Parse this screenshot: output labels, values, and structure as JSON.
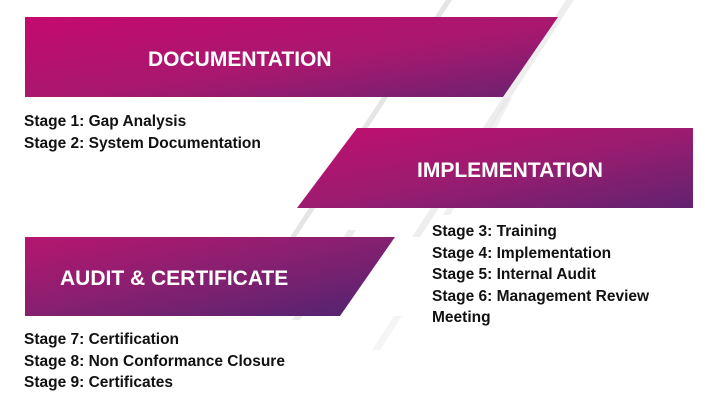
{
  "colors": {
    "band_start": "#c40a6e",
    "band_mid": "#a31a6f",
    "band_end": "#5a2470",
    "title_text": "#ffffff",
    "stage_text": "#111111",
    "shadow": "#d9d9d9",
    "background": "#ffffff"
  },
  "phases": [
    {
      "title": "DOCUMENTATION",
      "stages": [
        "Stage 1: Gap Analysis",
        "Stage 2: System Documentation"
      ]
    },
    {
      "title": "IMPLEMENTATION",
      "stages": [
        "Stage 3: Training",
        "Stage 4: Implementation",
        "Stage 5: Internal Audit",
        "Stage 6: Management Review Meeting"
      ]
    },
    {
      "title": "AUDIT & CERTIFICATE",
      "stages": [
        "Stage 7: Certification",
        "Stage 8: Non Conformance Closure",
        "Stage 9: Certificates"
      ]
    }
  ]
}
